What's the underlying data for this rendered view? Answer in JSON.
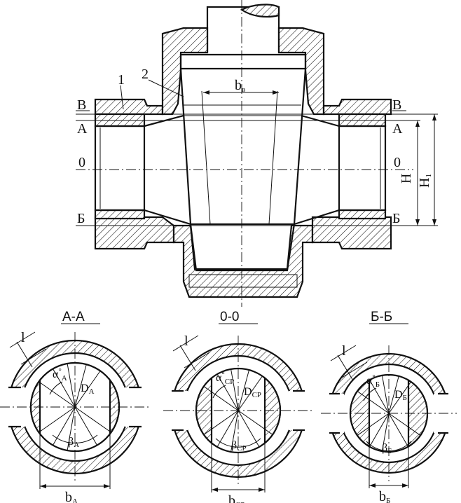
{
  "labels": {
    "part1": "1",
    "part2": "2",
    "bv_main": "b",
    "bv_sub": "в",
    "V": "В",
    "A": "А",
    "zero": "0",
    "B": "Б",
    "H": "H",
    "H1_main": "H",
    "H1_sub": "1"
  },
  "sections": [
    {
      "title": "А-А",
      "l": "l",
      "alpha_main": "α",
      "alpha_sub": "А",
      "alpha_sup": "°",
      "D_main": "D",
      "D_sub": "А",
      "beta_main": "β",
      "beta_sub": "А",
      "b_main": "b",
      "b_sub": "А"
    },
    {
      "title": "0-0",
      "l": "l",
      "alpha_main": "α",
      "alpha_sub": "СР",
      "alpha_sup": "°",
      "D_main": "D",
      "D_sub": "СР",
      "beta_main": "β",
      "beta_sub": "СР",
      "b_main": "b",
      "b_sub": "СР"
    },
    {
      "title": "Б-Б",
      "l": "l",
      "alpha_main": "α",
      "alpha_sub": "Б",
      "alpha_sup": "°",
      "D_main": "D",
      "D_sub": "Б",
      "beta_main": "β",
      "beta_sub": "Б",
      "b_main": "b",
      "b_sub": "Б"
    }
  ]
}
